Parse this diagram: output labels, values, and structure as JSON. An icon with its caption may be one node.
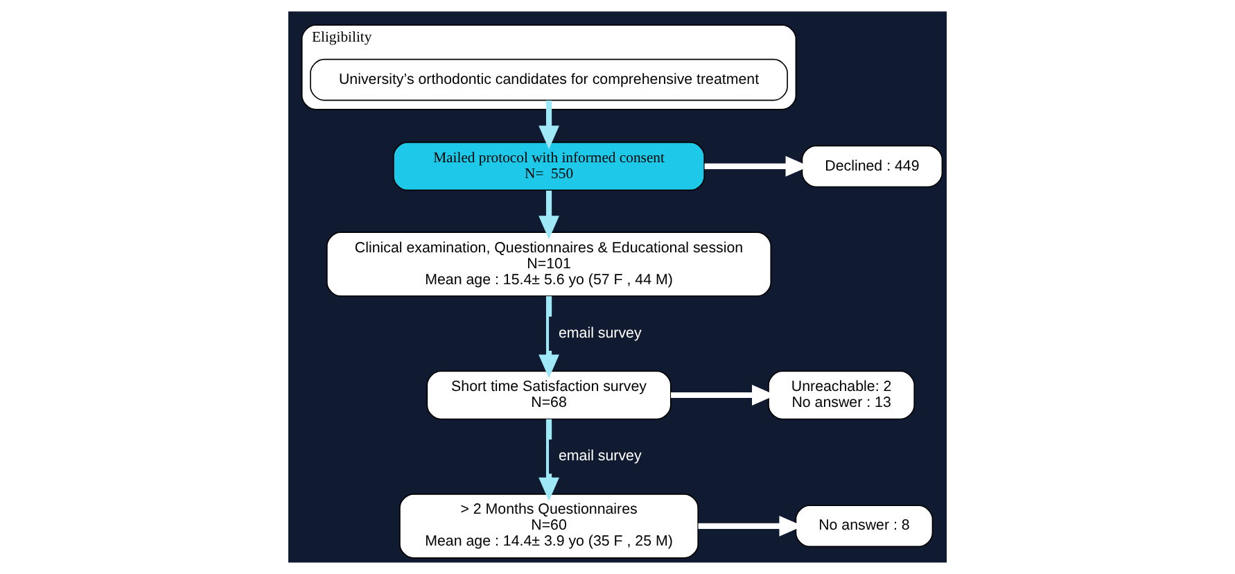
{
  "diagram": {
    "nodes": [
      {
        "text": [
          "Eligibility"
        ]
      },
      {
        "text": [
          "University’s orthodontic candidates for comprehensive treatment"
        ],
        "in": 0
      },
      {
        "text": [
          "Mailed protocol with informed consent",
          "N=  550"
        ]
      },
      {
        "text": [
          "Declined : 449"
        ]
      },
      {
        "text": [
          "Clinical examination, Questionnaires & Educational session",
          "N=101",
          "Mean age : 15.4± 5.6 yo (57 F , 44 M)"
        ]
      },
      {
        "text": [
          "Unreachable: 2",
          "No answer : 13"
        ]
      },
      {
        "text": [
          "Short time Satisfaction survey",
          "N=68"
        ]
      },
      {
        "text": [
          "> 2 Months Questionnaires",
          "N=60",
          "Mean age : 14.4± 3.9 yo (35 F , 25 M)"
        ]
      },
      {
        "text": [
          "No answer : 8"
        ]
      }
    ],
    "edges": [
      {
        "from": 1,
        "to": 2,
        "arrow": "to"
      },
      {
        "from": 2,
        "to": 3,
        "arrow": "to",
        "color": "#ffffff"
      },
      {
        "from": 2,
        "to": 4,
        "arrow": "to"
      },
      {
        "from": 4,
        "to": 6,
        "arrow": "to",
        "label": "email survey"
      },
      {
        "from": 6,
        "to": 5,
        "arrow": "to",
        "color": "#ffffff"
      },
      {
        "from": 6,
        "to": 7,
        "arrow": "to",
        "label": "email survey"
      },
      {
        "from": 7,
        "to": 8,
        "arrow": "to",
        "color": "#ffffff"
      }
    ]
  }
}
